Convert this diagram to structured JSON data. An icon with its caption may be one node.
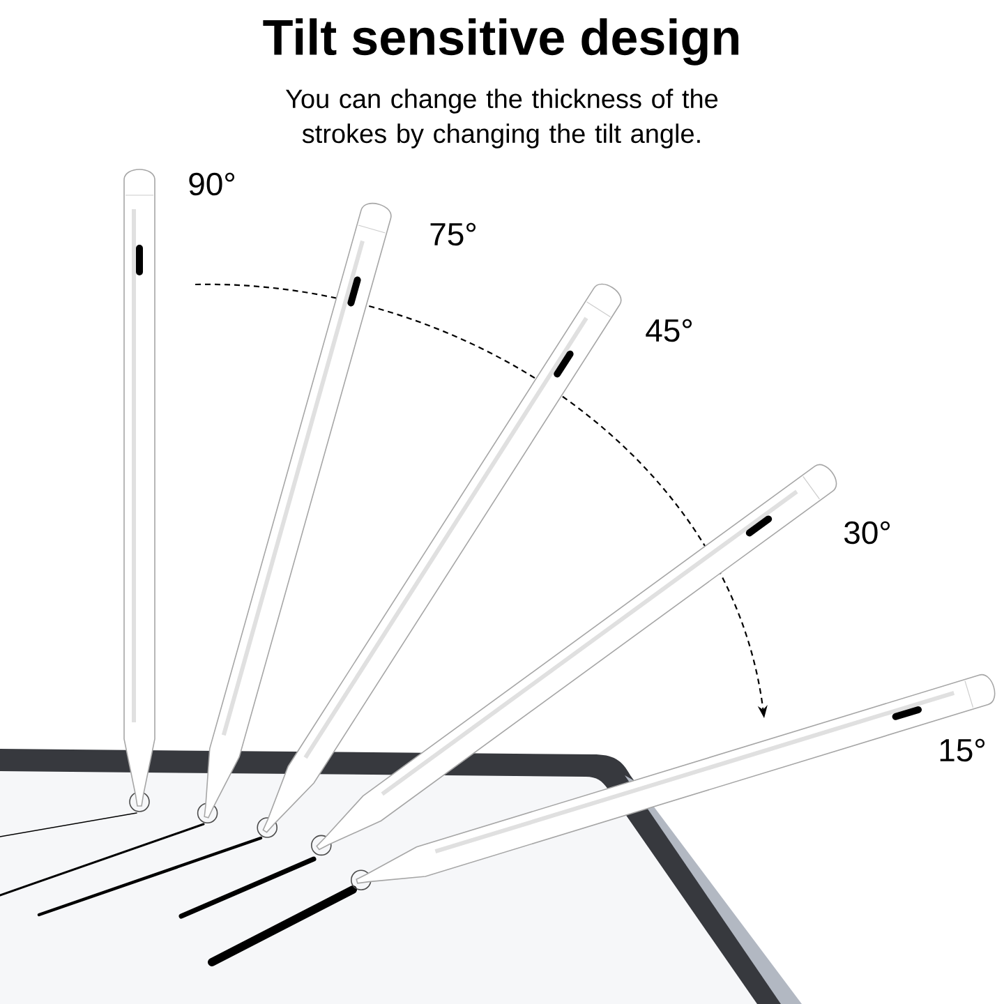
{
  "diagram": {
    "title": "Tilt sensitive design",
    "labels": [
      "You can change the thickness of the strokes by changing the tilt angle.",
      "90°",
      "75°",
      "45°",
      "30°",
      "15°"
    ]
  }
}
